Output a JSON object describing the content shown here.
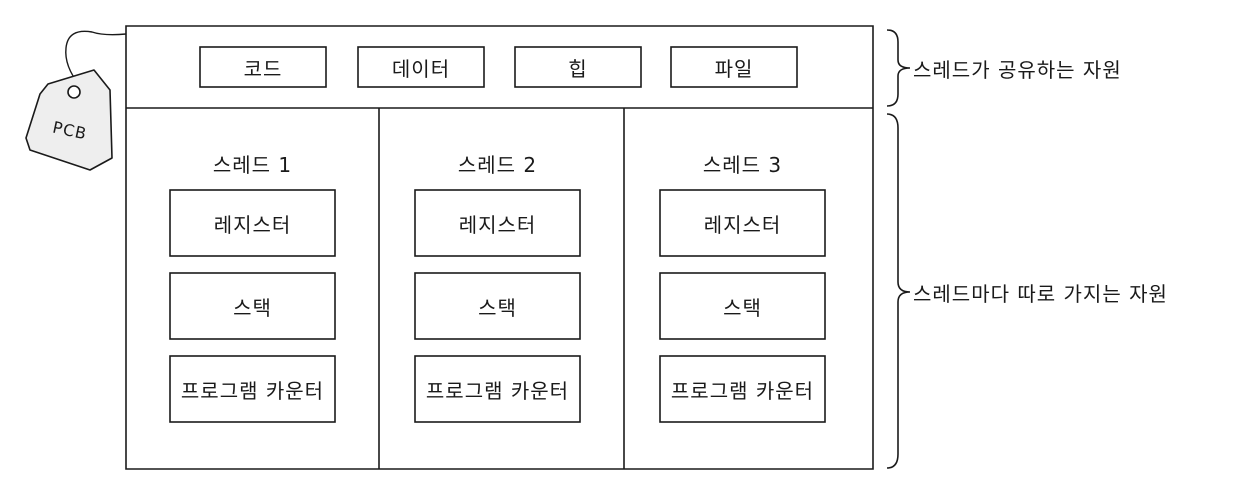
{
  "tag": {
    "label": "PCB"
  },
  "shared": {
    "items": [
      "코드",
      "데이터",
      "힙",
      "파일"
    ],
    "note": "스레드가 공유하는 자원"
  },
  "threads": [
    {
      "title": "스레드 1",
      "items": [
        "레지스터",
        "스택",
        "프로그램 카운터"
      ]
    },
    {
      "title": "스레드 2",
      "items": [
        "레지스터",
        "스택",
        "프로그램 카운터"
      ]
    },
    {
      "title": "스레드 3",
      "items": [
        "레지스터",
        "스택",
        "프로그램 카운터"
      ]
    }
  ],
  "per_thread_note": "스레드마다 따로 가지는 자원",
  "colors": {
    "ink": "#1a1a1a",
    "tag_fill": "#eeeeee",
    "background": "#ffffff"
  }
}
